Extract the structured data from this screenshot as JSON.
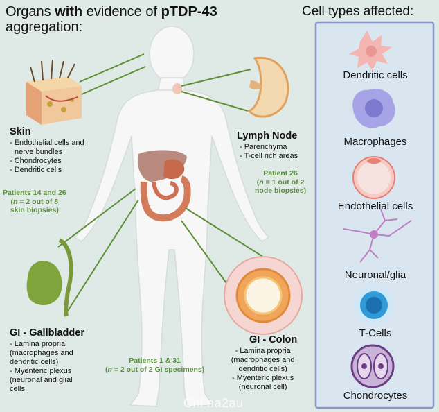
{
  "title": {
    "line1_pre": "Organs ",
    "line1_bold": "with",
    "line1_mid": " evidence of ",
    "line1_bold2": "pTDP-43",
    "line2": "aggregation:"
  },
  "cell_panel": {
    "title": "Cell types affected:",
    "cells": [
      {
        "label": "Dendritic cells",
        "icon": "dendritic-cell-icon"
      },
      {
        "label": "Macrophages",
        "icon": "macrophage-icon"
      },
      {
        "label": "Endothelial cells",
        "icon": "endothelial-cell-icon"
      },
      {
        "label": "Neuronal/glia",
        "icon": "neuron-icon"
      },
      {
        "label": "T-Cells",
        "icon": "t-cell-icon"
      },
      {
        "label": "Chondrocytes",
        "icon": "chondrocyte-icon"
      }
    ]
  },
  "organs": {
    "skin": {
      "heading": "Skin",
      "details": [
        "- Endothelial cells and",
        "nerve bundles",
        "- Chondrocytes",
        "- Dendritic cells"
      ],
      "patients": [
        "Patients 14 and 26",
        "(n = 2 out of 8",
        "skin biopsies)"
      ]
    },
    "lymph": {
      "heading": "Lymph Node",
      "details": [
        "- Parenchyma",
        "- T-cell rich areas"
      ],
      "patients": [
        "Patient 26",
        "(n = 1 out of 2",
        "node biopsies)"
      ]
    },
    "gallbladder": {
      "heading": "GI - Gallbladder",
      "details": [
        "- Lamina propria",
        "(macrophages and",
        "dendritic cells)",
        "- Myenteric plexus",
        "(neuronal and glial",
        "cells"
      ]
    },
    "colon": {
      "heading": "GI - Colon",
      "details": [
        "- Lamina propria",
        "(macrophages and",
        "dendritic cells)",
        "- Myenteric plexus",
        "(neuronal cell)"
      ]
    },
    "gi_patients": [
      "Patients 1 & 31",
      "(n = 2 out of 2 GI specimens)"
    ]
  },
  "watermark": "Chi na2au",
  "colors": {
    "background": "#dfe9e6",
    "panel_border": "#8a96c9",
    "panel_fill": "#d9e6f0",
    "connector": "#5e8f35",
    "annotation_green": "#5a8f3d"
  }
}
